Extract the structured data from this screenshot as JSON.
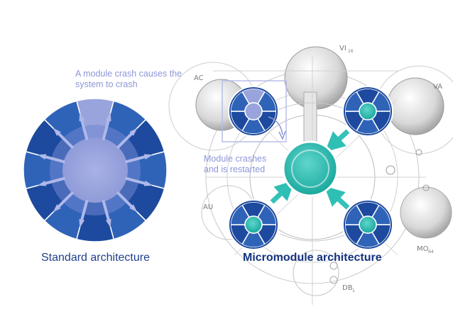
{
  "standard": {
    "title": "Standard architecture",
    "note_line1": "A module crash causes the",
    "note_line2": "system to crash"
  },
  "micro": {
    "title": "Micromodule architecture",
    "note_line1": "Module crashes",
    "note_line2": "and is restarted"
  },
  "sketch_labels": {
    "ac": "AC",
    "vi": "VI",
    "vi_sub": "16",
    "va": "VA",
    "au": "AU",
    "mo": "MO",
    "mo_sub": "64",
    "db": "DB",
    "db_sub": "1"
  },
  "colors": {
    "blue_dark": "#1d4a9e",
    "blue_mid": "#2f63b8",
    "blue_light": "#4c80cc",
    "segment_divider": "#ffffff",
    "crash_lavender": "#9aa4dc",
    "teal": "#3cc2b8",
    "teal_dark": "#18a89e",
    "note_text": "#8d96d8",
    "title_blue": "#1f3f8f",
    "sketch_gray": "#9a9a9a"
  }
}
